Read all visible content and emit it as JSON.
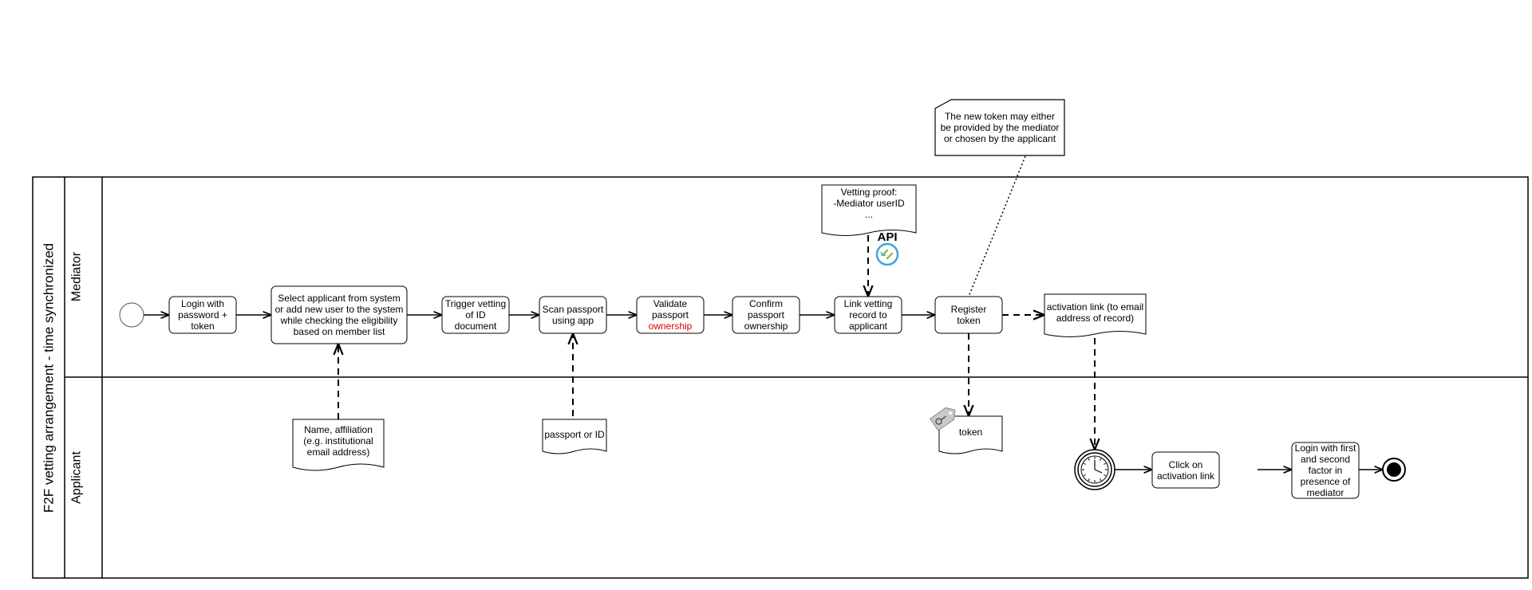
{
  "pool": {
    "title": "F2F vetting arrangement  - time synchronized"
  },
  "lanes": {
    "mediator": "Mediator",
    "applicant": "Applicant"
  },
  "tasks": {
    "login": "Login with password + token",
    "select_applicant": "Select applicant from system or add new user to the system while checking the eligibility based on member list",
    "trigger": "Trigger vetting of  ID document",
    "scan": "Scan passport using app",
    "validate": "Validate passport",
    "validate_highlight": "ownership",
    "confirm": "Confirm passport ownership",
    "link": "Link vetting record to applicant",
    "register": "Register token",
    "click_link": "Click on activation link",
    "login_final": "Login with first and second factor in presence of mediator"
  },
  "data_objects": {
    "name_affiliation": "Name, affiliation (e.g. institutional email address)",
    "passport": "passport or ID",
    "vetting_proof_title": "Vetting proof:",
    "vetting_proof_line1": "-Mediator userID",
    "vetting_proof_line2": "...",
    "activation_link": "activation link (to email address of record)",
    "token": "token"
  },
  "annotation": "The new token may either be provided by the mediator or chosen by the applicant",
  "api_label": "API",
  "icons": {
    "api": "api-connector-icon",
    "token": "key-tag-icon",
    "timer": "clock-timer-icon"
  },
  "colors": {
    "highlight": "#e00000",
    "api_ring": "#41a5d8",
    "api_arrows": "#8cc63f"
  }
}
